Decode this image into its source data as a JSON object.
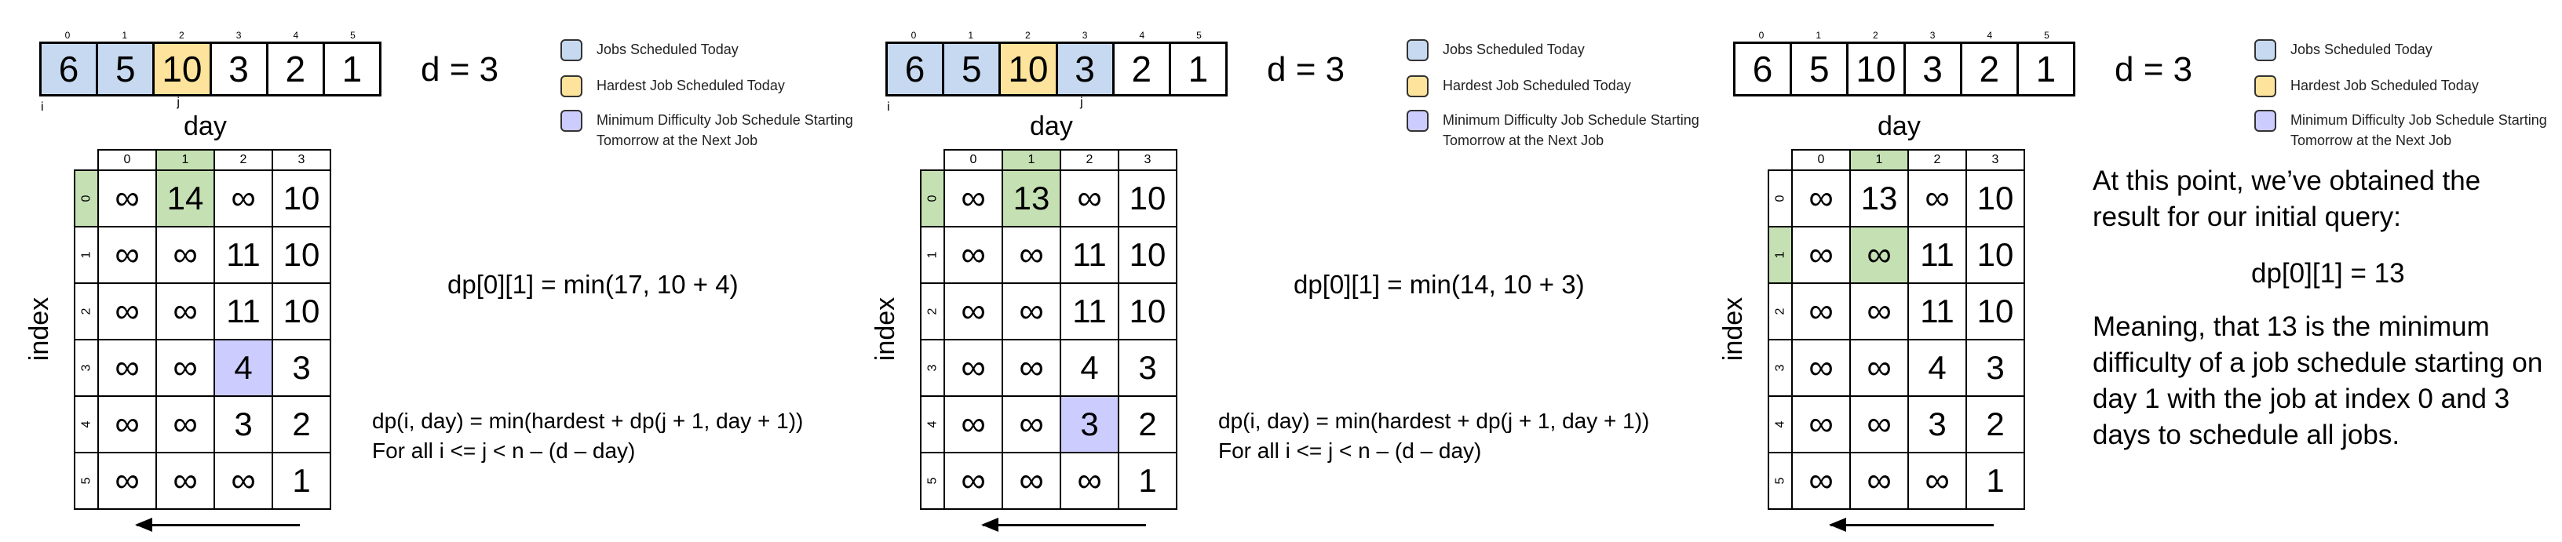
{
  "colors": {
    "scheduled": "#c6d9f0",
    "hardest": "#fde39b",
    "min_next": "#ccccff",
    "green": "#c5e0b3"
  },
  "jobs": [
    "6",
    "5",
    "10",
    "3",
    "2",
    "1"
  ],
  "job_indices": [
    "0",
    "1",
    "2",
    "3",
    "4",
    "5"
  ],
  "d_label": "d = 3",
  "legend": [
    {
      "label": "Jobs Scheduled Today",
      "color": "#c6d9f0"
    },
    {
      "label": "Hardest Job Scheduled Today",
      "color": "#fde39b"
    },
    {
      "label": "Minimum Difficulty Job Schedule Starting Tomorrow at the Next Job",
      "color": "#ccccff"
    }
  ],
  "table": {
    "day_label": "day",
    "index_label": "index",
    "col_headers": [
      "0",
      "1",
      "2",
      "3"
    ],
    "row_headers": [
      "0",
      "1",
      "2",
      "3",
      "4",
      "5"
    ]
  },
  "recurrence": {
    "line1": "dp(i, day) = min(hardest + dp(j + 1, day + 1))",
    "line2": "For all i <= j < n – (d – day)"
  },
  "panels": [
    {
      "jobs_bg": [
        "scheduled",
        "scheduled",
        "hardest",
        "",
        "",
        ""
      ],
      "pointers": [
        {
          "label": "i",
          "at": 0
        },
        {
          "label": "j",
          "at": 2
        }
      ],
      "grid": [
        [
          "∞",
          "14",
          "∞",
          "10"
        ],
        [
          "∞",
          "∞",
          "11",
          "10"
        ],
        [
          "∞",
          "∞",
          "11",
          "10"
        ],
        [
          "∞",
          "∞",
          "4",
          "3"
        ],
        [
          "∞",
          "∞",
          "3",
          "2"
        ],
        [
          "∞",
          "∞",
          "∞",
          "1"
        ]
      ],
      "hl": [
        {
          "r": 0,
          "c": 1,
          "color": "green"
        },
        {
          "r": 3,
          "c": 2,
          "color": "min_next"
        }
      ],
      "rowhdr_green": 0,
      "formula": "dp[0][1] = min(17, 10 + 4)"
    },
    {
      "jobs_bg": [
        "scheduled",
        "scheduled",
        "hardest",
        "scheduled",
        "",
        ""
      ],
      "pointers": [
        {
          "label": "i",
          "at": 0
        },
        {
          "label": "j",
          "at": 3
        }
      ],
      "grid": [
        [
          "∞",
          "13",
          "∞",
          "10"
        ],
        [
          "∞",
          "∞",
          "11",
          "10"
        ],
        [
          "∞",
          "∞",
          "11",
          "10"
        ],
        [
          "∞",
          "∞",
          "4",
          "3"
        ],
        [
          "∞",
          "∞",
          "3",
          "2"
        ],
        [
          "∞",
          "∞",
          "∞",
          "1"
        ]
      ],
      "hl": [
        {
          "r": 0,
          "c": 1,
          "color": "green"
        },
        {
          "r": 4,
          "c": 2,
          "color": "min_next"
        }
      ],
      "rowhdr_green": 0,
      "formula": "dp[0][1] = min(14, 10 + 3)"
    },
    {
      "jobs_bg": [
        "",
        "",
        "",
        "",
        "",
        ""
      ],
      "pointers": [],
      "grid": [
        [
          "∞",
          "13",
          "∞",
          "10"
        ],
        [
          "∞",
          "∞",
          "11",
          "10"
        ],
        [
          "∞",
          "∞",
          "11",
          "10"
        ],
        [
          "∞",
          "∞",
          "4",
          "3"
        ],
        [
          "∞",
          "∞",
          "3",
          "2"
        ],
        [
          "∞",
          "∞",
          "∞",
          "1"
        ]
      ],
      "hl": [
        {
          "r": 1,
          "c": 1,
          "color": "green"
        }
      ],
      "rowhdr_green": 1,
      "conclusion": {
        "para1": "At this point, we’ve obtained the result for our initial query:",
        "result": "dp[0][1] = 13",
        "para2": "Meaning, that 13 is the minimum difficulty of a job schedule starting on day 1 with the job at index 0 and 3 days to schedule all jobs."
      }
    }
  ]
}
